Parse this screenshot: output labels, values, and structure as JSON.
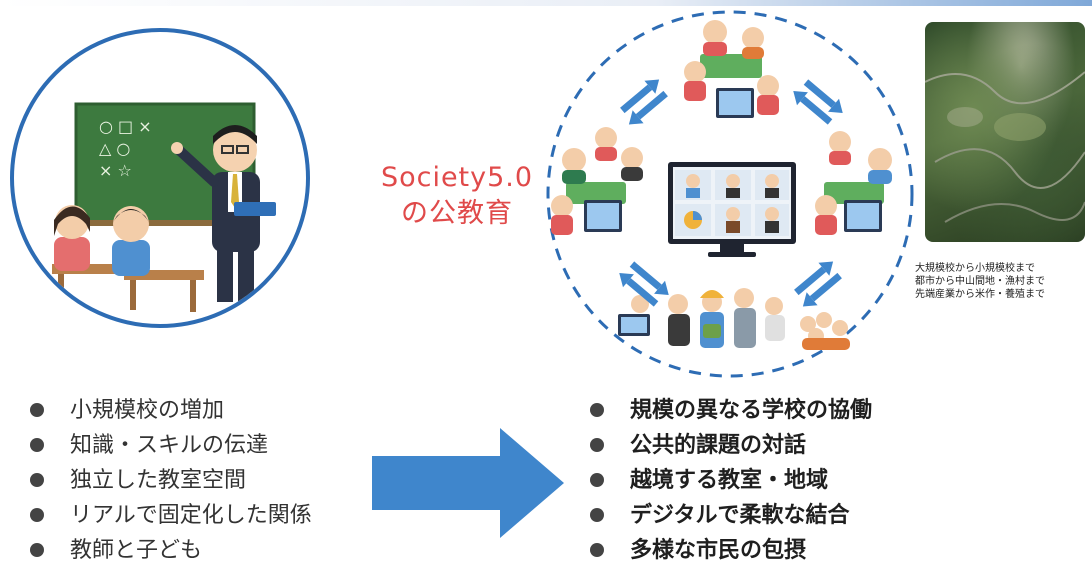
{
  "society_label": [
    "Society5.0",
    "の公教育"
  ],
  "photo_caption": [
    "大規模校から小規模校まで",
    "都市から中山間地・漁村まで",
    "先端産業から米作・養殖まで"
  ],
  "blackboard_marks": [
    "○ □ ×",
    "△ ○",
    "× ☆"
  ],
  "left_list": [
    "小規模校の増加",
    "知識・スキルの伝達",
    "独立した教室空間",
    "リアルで固定化した関係",
    "教師と子ども"
  ],
  "right_list": [
    "規模の異なる学校の協働",
    "公共的課題の対話",
    "越境する教室・地域",
    "デジタルで柔軟な結合",
    "多様な市民の包摂"
  ],
  "colors": {
    "circle_blue": "#2d6cb4",
    "society_red": "#e04a4a",
    "arrow_blue": "#3f86cc",
    "blackboard_green": "#3d7a3f"
  },
  "icons": [
    "classroom-illustration",
    "video-conference-monitor",
    "exchange-arrows",
    "aerial-village-photo"
  ]
}
